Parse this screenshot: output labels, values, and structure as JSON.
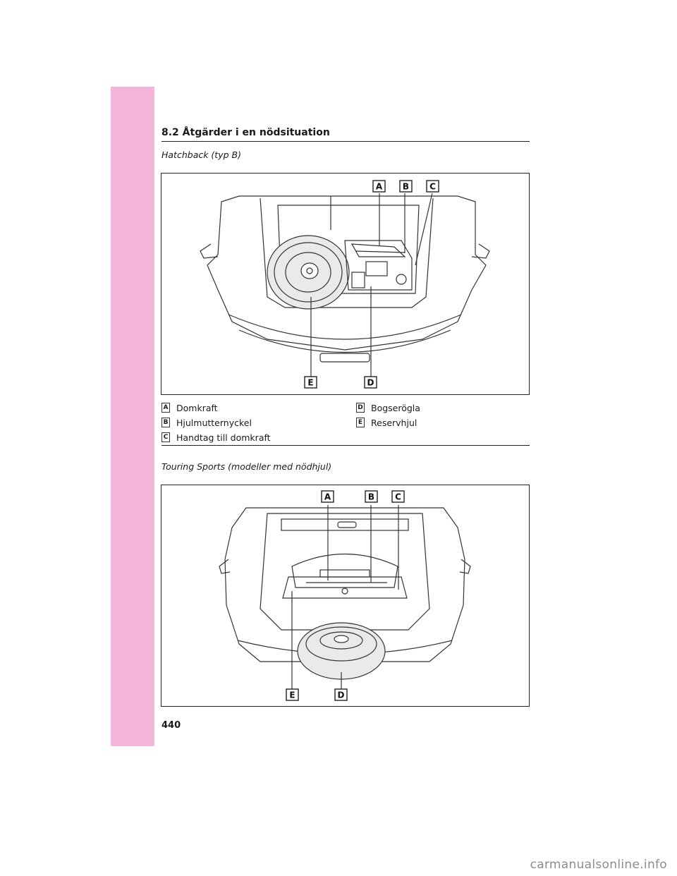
{
  "section": {
    "title": "8.2  Åtgärder i en nödsituation"
  },
  "figures": [
    {
      "subtitle": "Hatchback (typ B)",
      "callouts": [
        "A",
        "B",
        "C",
        "E",
        "D"
      ]
    },
    {
      "subtitle": "Touring Sports (modeller med nödhjul)",
      "callouts": [
        "A",
        "B",
        "C",
        "E",
        "D"
      ]
    }
  ],
  "legend": [
    {
      "key": "A",
      "label": "Domkraft"
    },
    {
      "key": "B",
      "label": "Hjulmutternyckel"
    },
    {
      "key": "C",
      "label": "Handtag till domkraft"
    },
    {
      "key": "D",
      "label": "Bogserögla"
    },
    {
      "key": "E",
      "label": "Reservhjul"
    }
  ],
  "page_number": "440",
  "watermark": "carmanualsonline.info",
  "colors": {
    "side_tab": "#f4b4dc",
    "line": "#222222"
  }
}
